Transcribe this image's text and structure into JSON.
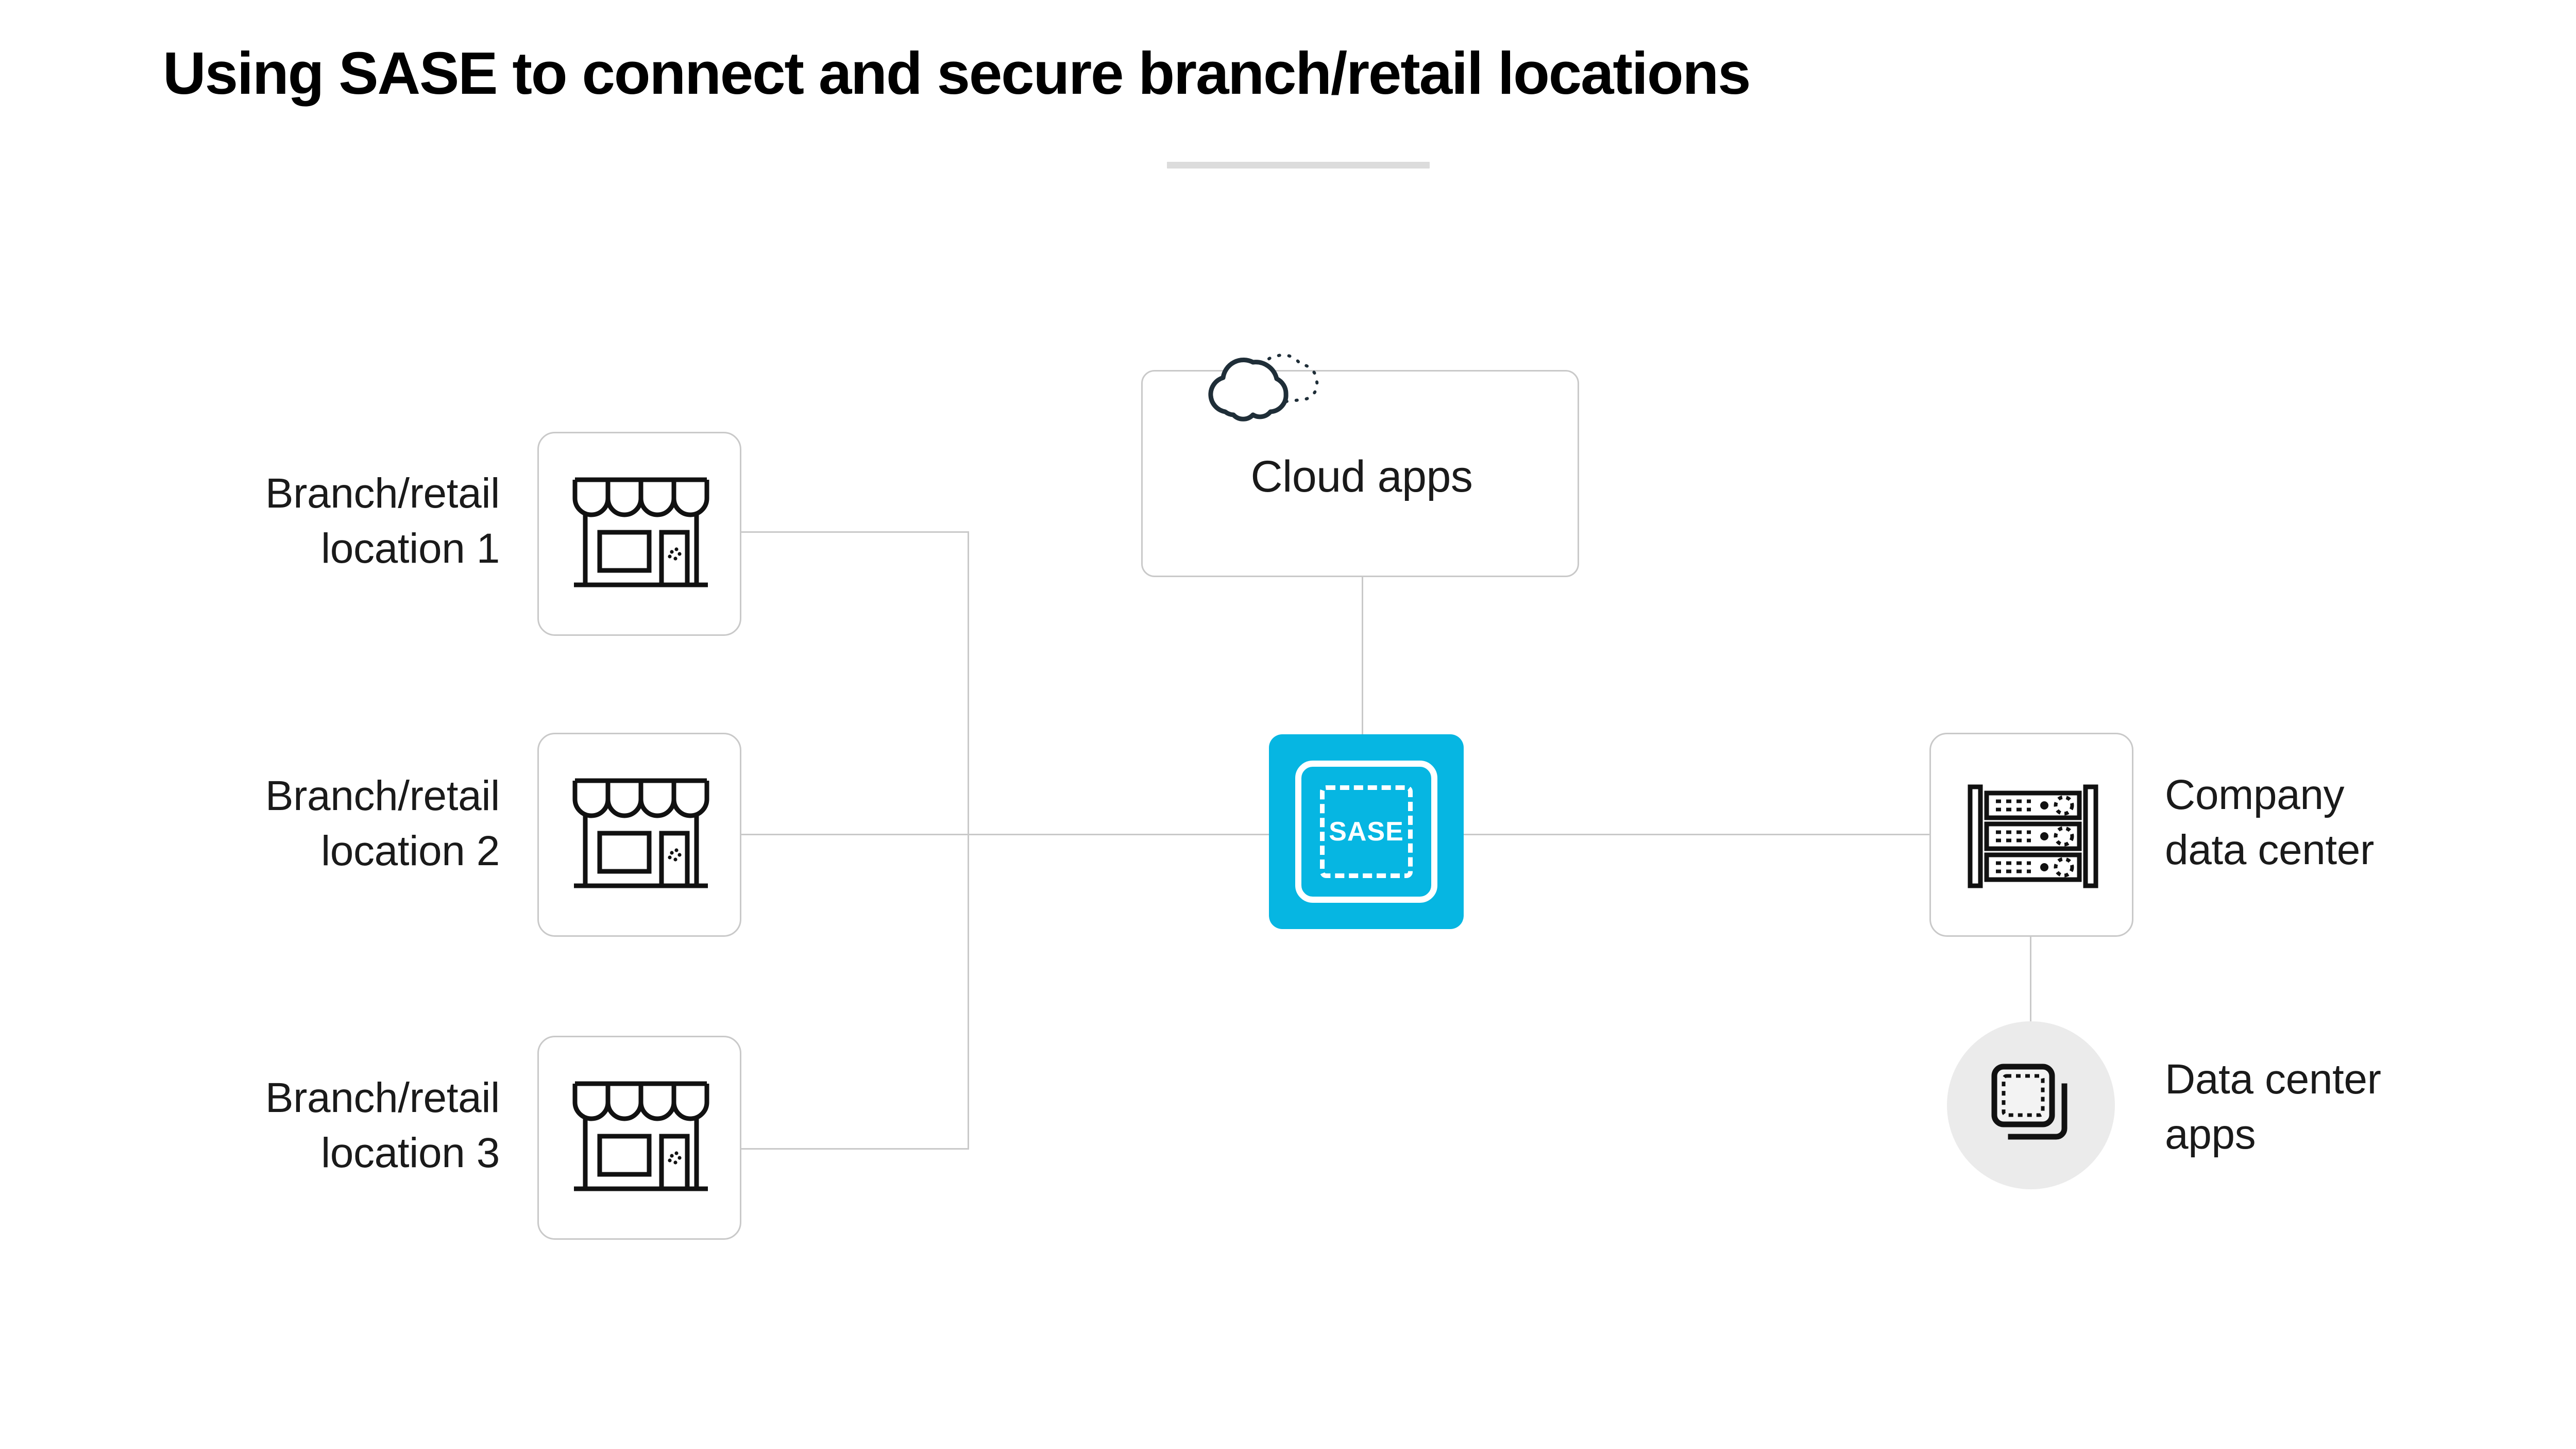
{
  "page": {
    "title": "Using SASE to connect and secure branch/retail locations",
    "background_color": "#ffffff",
    "accent_color": "#06b6e2",
    "border_color": "#c9c9c9",
    "text_color": "#1a1a1a",
    "divider_color": "#dcdcdc",
    "icon_stroke_color": "#1f2e38",
    "circle_fill_color": "#ebebeb"
  },
  "diagram": {
    "type": "network-topology",
    "branches": [
      {
        "label": "Branch/retail\nlocation 1",
        "icon": "storefront-icon"
      },
      {
        "label": "Branch/retail\nlocation 2",
        "icon": "storefront-icon"
      },
      {
        "label": "Branch/retail\nlocation 3",
        "icon": "storefront-icon"
      }
    ],
    "cloud": {
      "label": "Cloud apps",
      "icon": "cloud-icon"
    },
    "hub": {
      "label": "SASE",
      "icon": "sase-dashed-square-icon",
      "color": "#06b6e2"
    },
    "data_center": {
      "label": "Company\ndata center",
      "icon": "server-rack-icon"
    },
    "data_center_apps": {
      "label": "Data center\napps",
      "icon": "layered-apps-icon"
    },
    "connections": [
      {
        "from": "branch-1",
        "to": "sase-hub"
      },
      {
        "from": "branch-2",
        "to": "sase-hub"
      },
      {
        "from": "branch-3",
        "to": "sase-hub"
      },
      {
        "from": "cloud-apps",
        "to": "sase-hub"
      },
      {
        "from": "sase-hub",
        "to": "company-data-center"
      },
      {
        "from": "company-data-center",
        "to": "data-center-apps"
      }
    ]
  }
}
